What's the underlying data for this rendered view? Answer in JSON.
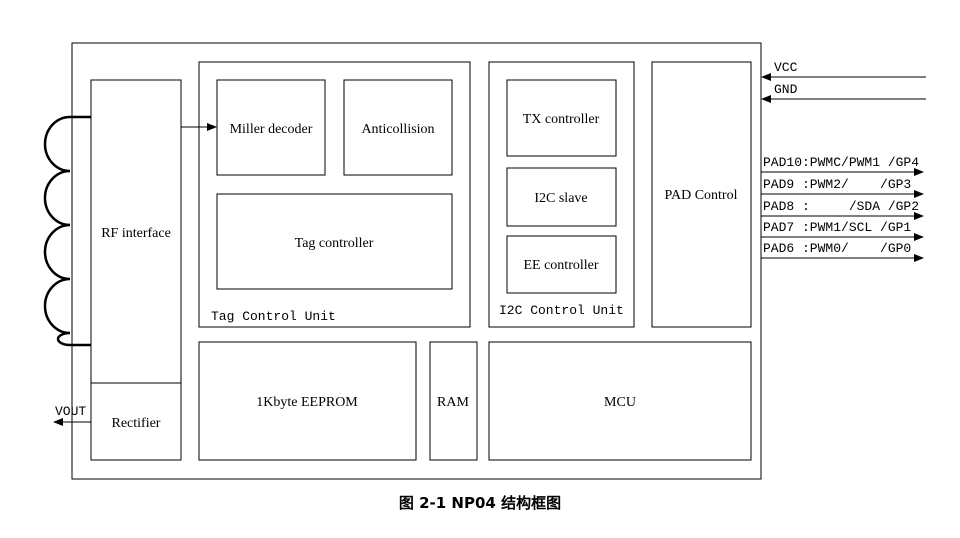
{
  "blocks": {
    "rf_interface": "RF interface",
    "rectifier": "Rectifier",
    "miller_decoder": "Miller decoder",
    "anticollision": "Anticollision",
    "tag_controller": "Tag controller",
    "tag_control_unit": "Tag Control Unit",
    "tx_controller": "TX controller",
    "i2c_slave": "I2C slave",
    "ee_controller": "EE controller",
    "i2c_control_unit": "I2C Control Unit",
    "pad_control": "PAD Control",
    "eeprom": "1Kbyte EEPROM",
    "ram": "RAM",
    "mcu": "MCU"
  },
  "signals": {
    "vcc": "VCC",
    "gnd": "GND",
    "vout": "VOUT",
    "pads": [
      "PAD10:PWMC/PWM1 /GP4",
      "PAD9 :PWM2/    /GP3",
      "PAD8 :     /SDA /GP2",
      "PAD7 :PWM1/SCL /GP1",
      "PAD6 :PWM0/    /GP0"
    ]
  },
  "caption": "图 2-1 NP04 结构框图"
}
